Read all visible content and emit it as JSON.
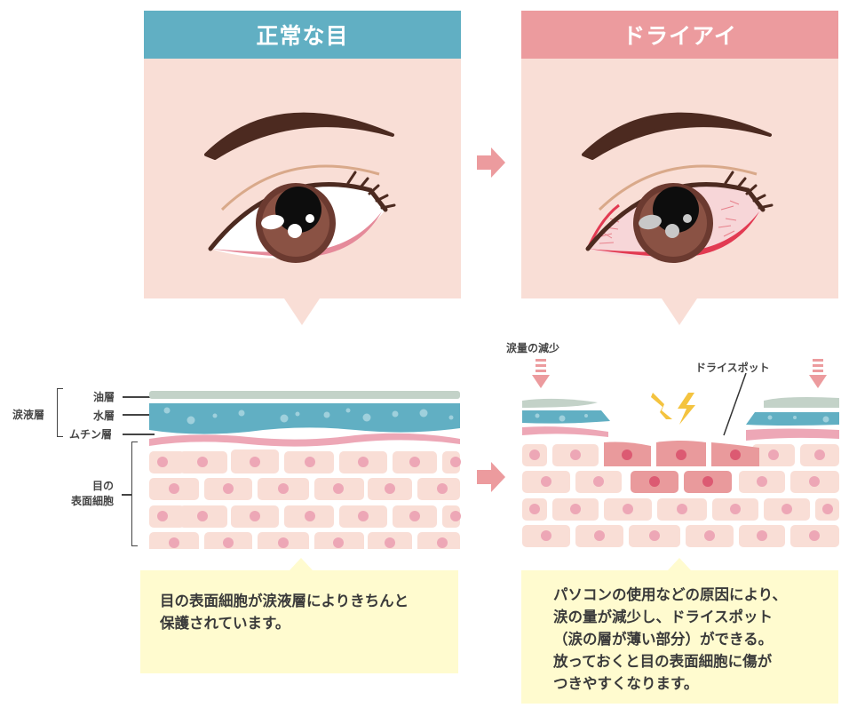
{
  "panels": {
    "normal": {
      "title": "正常な目",
      "header_color": "#61afc3",
      "caption_lines": [
        "目の表面細胞が涙液層によりきちんと",
        "保護されています。"
      ]
    },
    "dry": {
      "title": "ドライアイ",
      "header_color": "#ec9b9e",
      "caption_lines": [
        "パソコンの使用などの原因により、",
        "涙の量が減少し、ドライスポット",
        "（涙の層が薄い部分）ができる。",
        "放っておくと目の表面細胞に傷が",
        "つきやすくなります。"
      ]
    }
  },
  "layer_labels": {
    "tear_film": "涙液層",
    "oil": "油層",
    "water": "水層",
    "mucin": "ムチン層",
    "surface_cells_line1": "目の",
    "surface_cells_line2": "表面細胞"
  },
  "dry_annotations": {
    "tear_decrease": "涙量の減少",
    "dry_spot": "ドライスポット"
  },
  "colors": {
    "panel_bg": "#f9ded6",
    "caption_bg": "#fffbcf",
    "arrow": "#ec9b9e",
    "oil_layer": "#c3d2c8",
    "water_layer": "#61afc3",
    "mucin_layer": "#eda7b6",
    "cell": "#f9ded6",
    "cell_nucleus": "#eda7b6",
    "damaged_cell": "#e99a9c",
    "damaged_nucleus": "#dc5a72",
    "lightning": "#f4c33f"
  }
}
